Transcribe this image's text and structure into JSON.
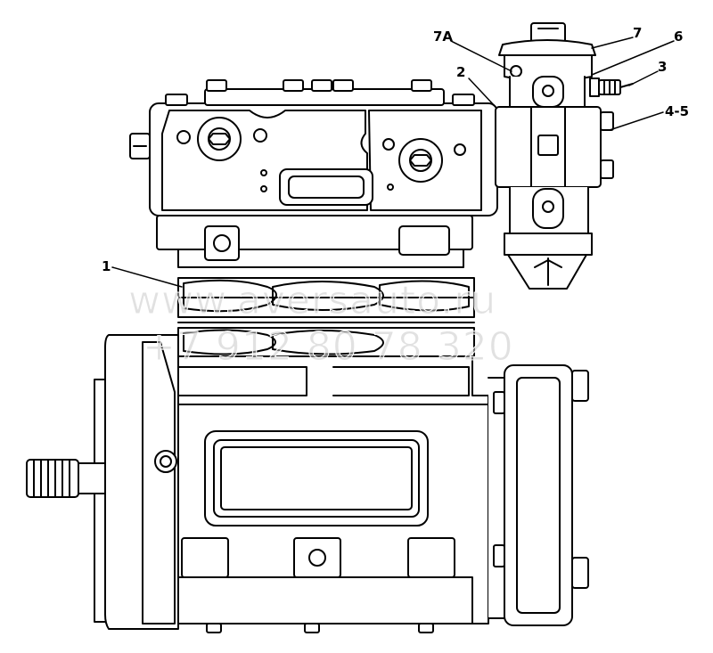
{
  "diagram": {
    "callouts": {
      "c1": "1",
      "c2": "2",
      "c3": "3",
      "c45": "4-5",
      "c6": "6",
      "c7": "7",
      "c7a": "7A"
    },
    "watermark": {
      "line1": "www.aversauto.ru",
      "line2": "+7 912 80 78 320"
    },
    "colors": {
      "line": "#000000",
      "background": "#ffffff",
      "watermark": "#c8c8c8"
    }
  }
}
